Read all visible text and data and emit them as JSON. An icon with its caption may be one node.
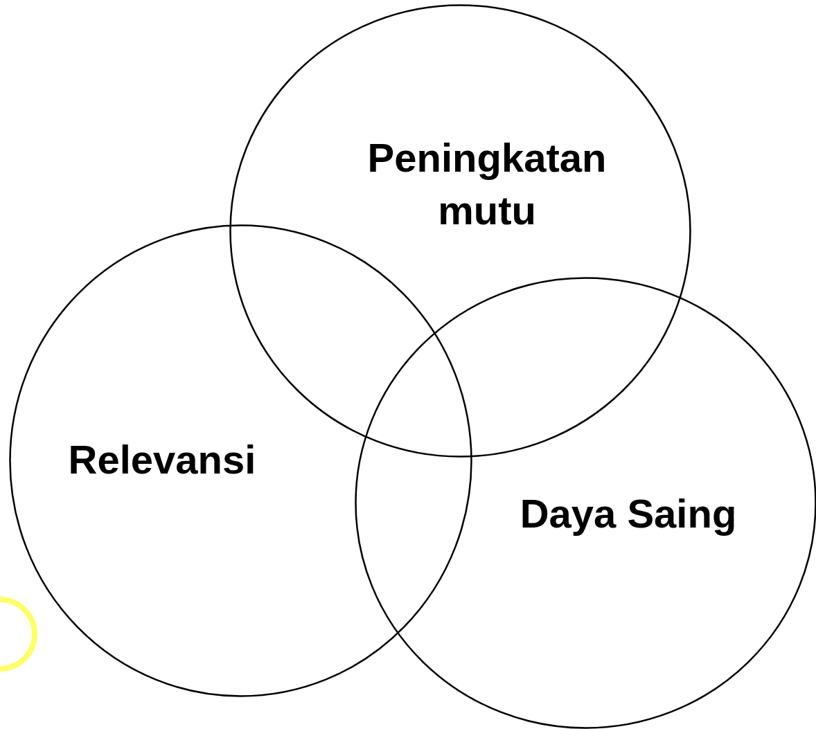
{
  "diagram": {
    "nodes": [
      {
        "text": [
          "Peningkatan mutu"
        ]
      },
      {
        "text": [
          "Relevansi"
        ]
      },
      {
        "text": [
          "Daya Saing"
        ]
      }
    ]
  }
}
